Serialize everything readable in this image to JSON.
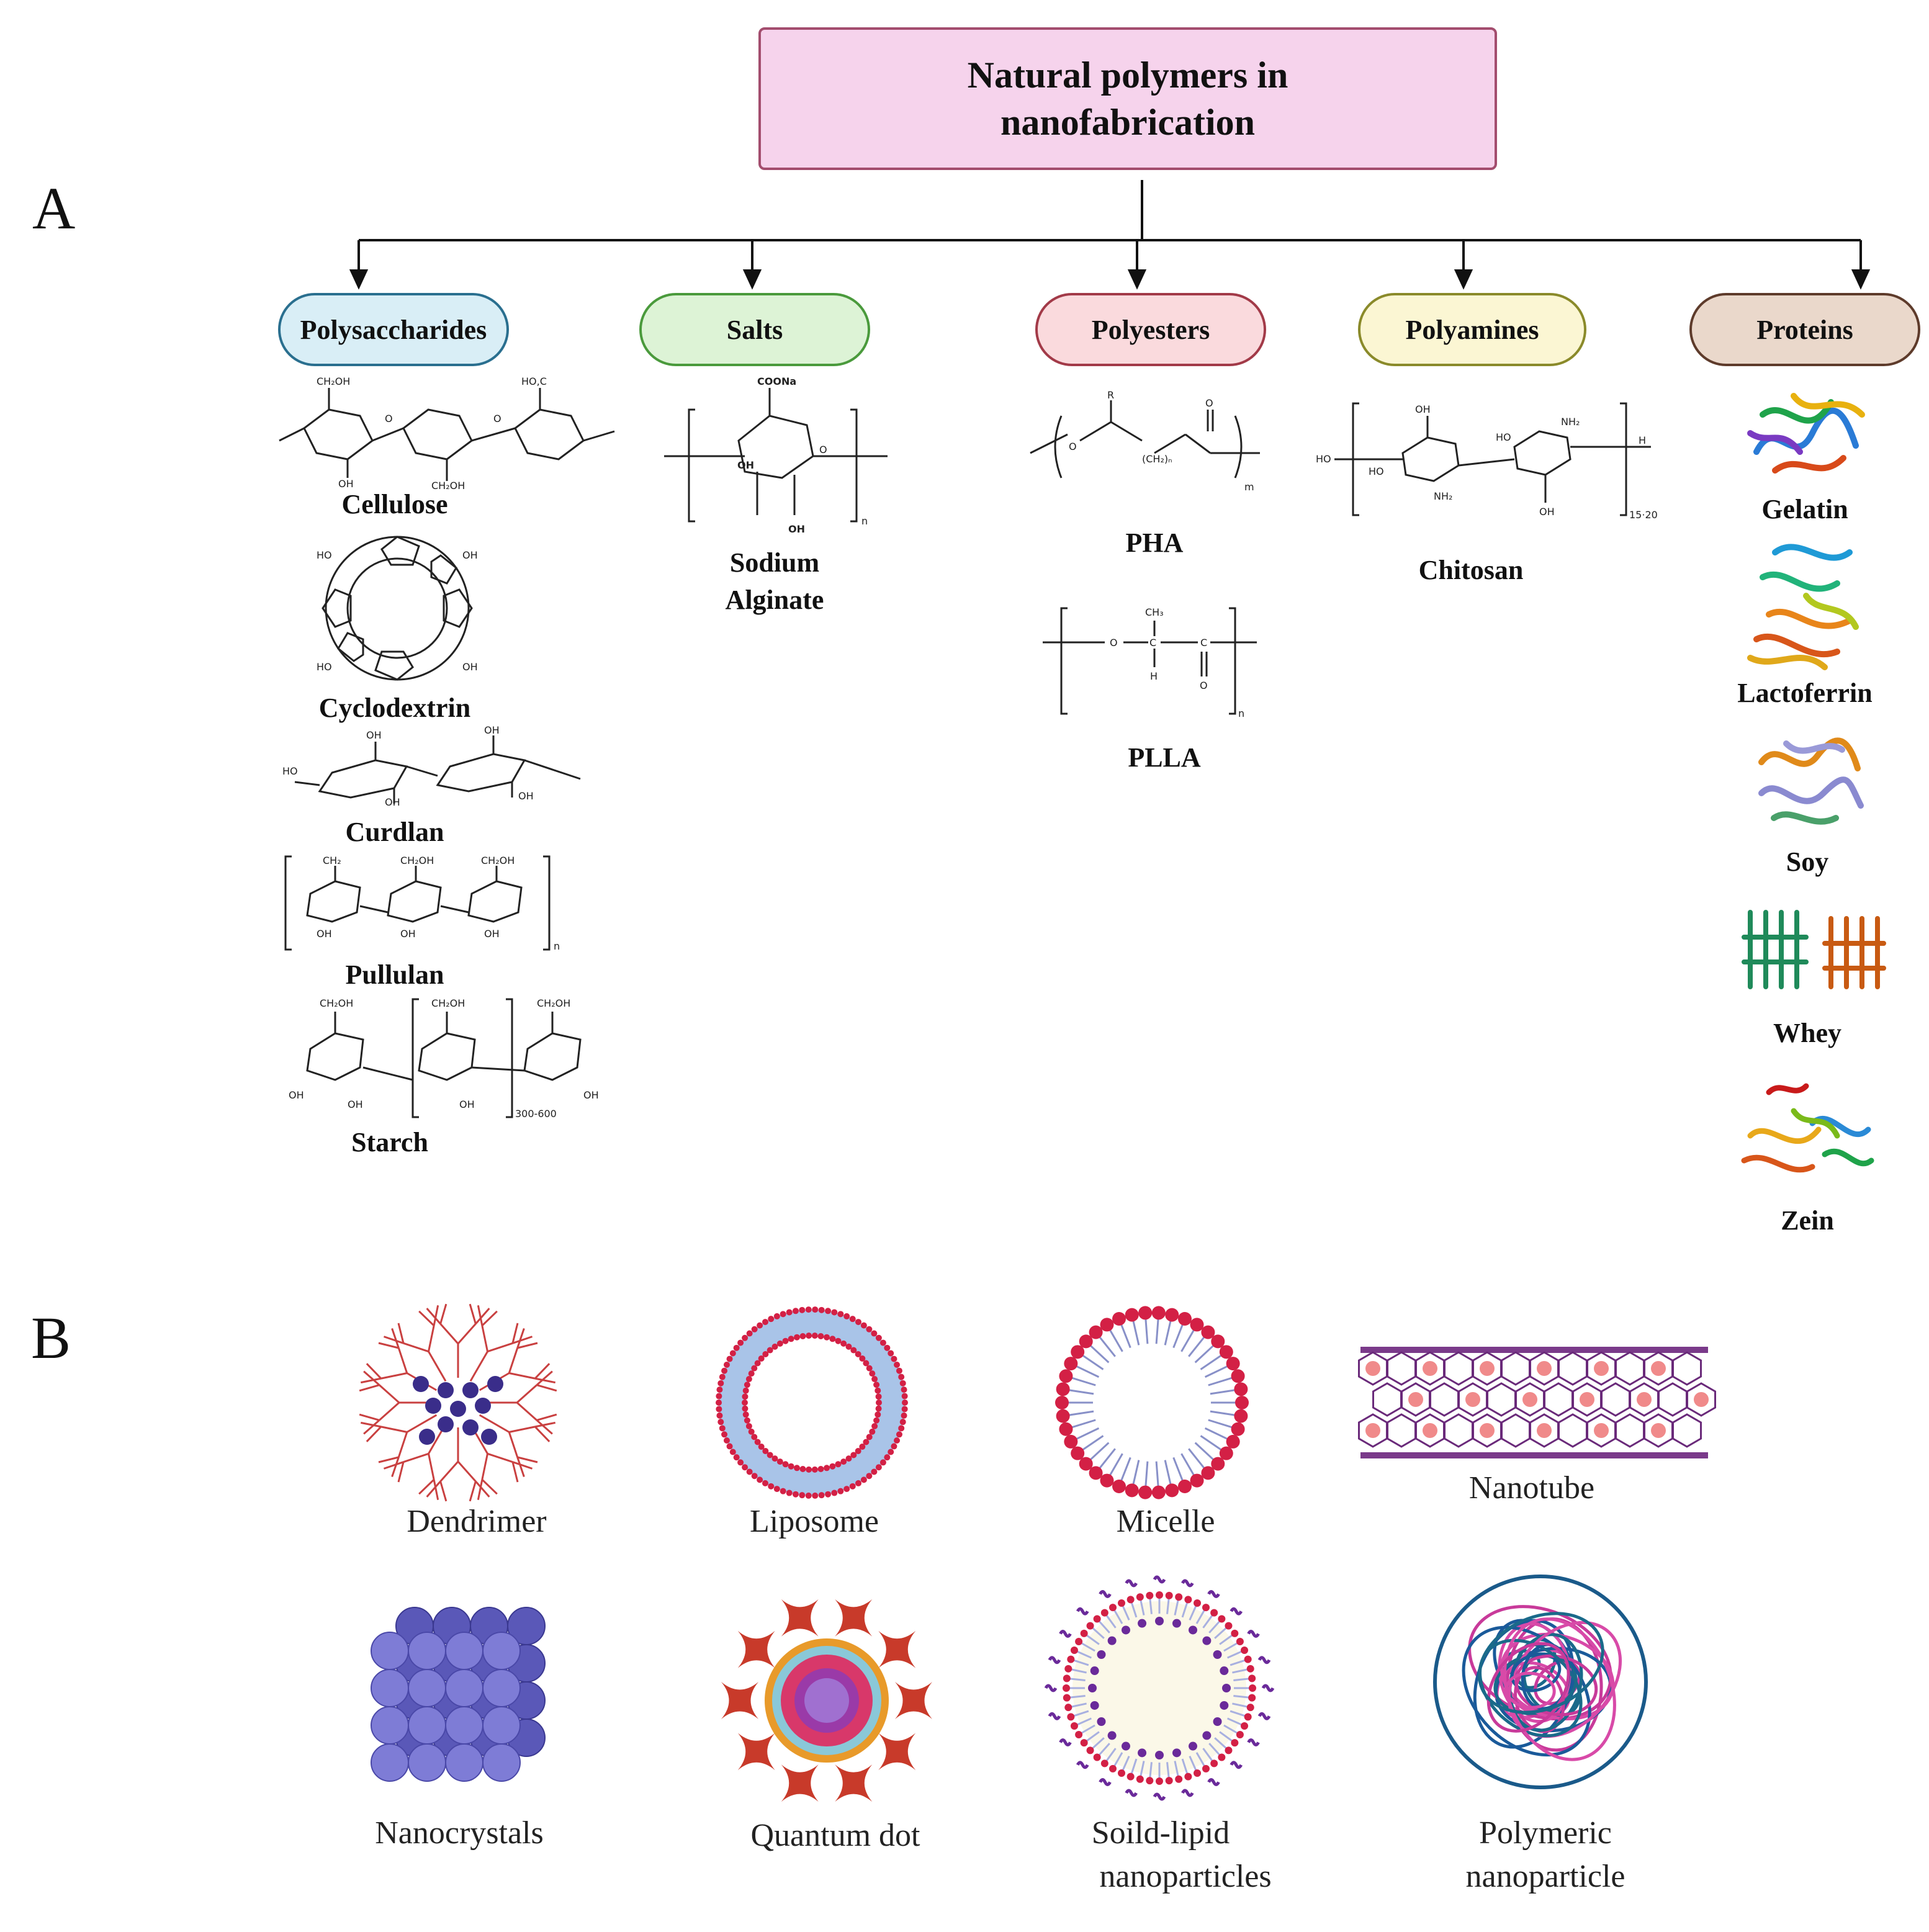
{
  "panel_a": {
    "letter": "A",
    "root": {
      "line1": "Natural polymers in",
      "line2": "nanofabrication",
      "color": "#f6d3ec"
    },
    "categories": [
      {
        "label": "Polysaccharides",
        "fill": "#d9eef6",
        "border": "#2a6f8f",
        "items": [
          "Cellulose",
          "Cyclodextrin",
          "Curdlan",
          "Pullulan",
          "Starch"
        ]
      },
      {
        "label": "Salts",
        "fill": "#ddf3d6",
        "border": "#4a9a3c",
        "items": [
          "Sodium",
          "Alginate"
        ]
      },
      {
        "label": "Polyesters",
        "fill": "#fadadd",
        "border": "#a23a48",
        "items": [
          "PHA",
          "PLLA"
        ]
      },
      {
        "label": "Polyamines",
        "fill": "#fbf6d3",
        "border": "#8a8a2a",
        "items": [
          "Chitosan"
        ]
      },
      {
        "label": "Proteins",
        "fill": "#ead8cb",
        "border": "#5e3b2b",
        "items": [
          "Gelatin",
          "Lactoferrin",
          "Soy",
          "Whey",
          "Zein"
        ]
      }
    ]
  },
  "panel_b": {
    "letter": "B",
    "structures": [
      "Dendrimer",
      "Liposome",
      "Micelle",
      "Nanotube",
      "Nanocrystals",
      "Quantum dot",
      "Soild-lipid",
      "nanoparticles",
      "Polymeric",
      "nanoparticle"
    ]
  }
}
